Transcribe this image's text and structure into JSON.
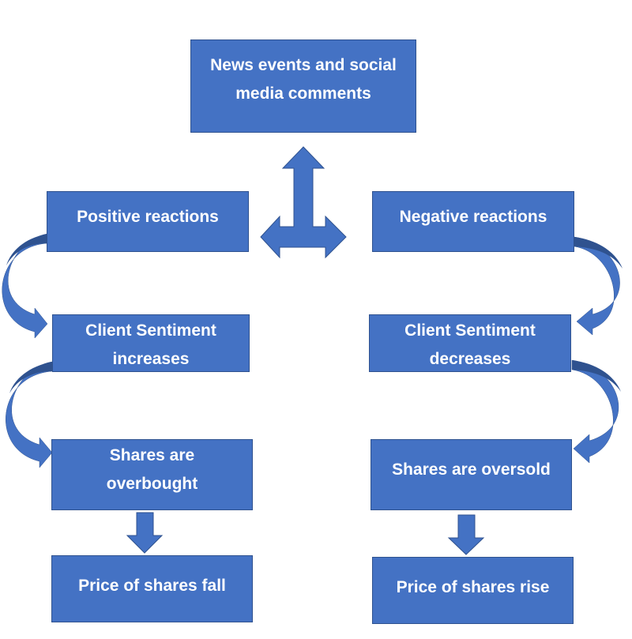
{
  "colors": {
    "box_fill": "#4472C4",
    "box_border": "#2F528F",
    "arrow_fill": "#4472C4",
    "arrow_shade": "#2F528F",
    "text": "#FFFFFF"
  },
  "nodes": {
    "news": {
      "lines": [
        "News events and social",
        "media comments"
      ]
    },
    "positive": {
      "lines": [
        "Positive reactions"
      ]
    },
    "negative": {
      "lines": [
        "Negative reactions"
      ]
    },
    "sentiment_up": {
      "lines": [
        "Client Sentiment",
        "increases"
      ]
    },
    "sentiment_down": {
      "lines": [
        "Client Sentiment",
        "decreases"
      ]
    },
    "overbought": {
      "lines": [
        "Shares are",
        "overbought"
      ]
    },
    "oversold": {
      "lines": [
        "Shares are oversold"
      ]
    },
    "price_fall": {
      "lines": [
        "Price of shares fall"
      ]
    },
    "price_rise": {
      "lines": [
        "Price of shares rise"
      ]
    }
  },
  "connectors": [
    {
      "from": "news",
      "to": "positive",
      "kind": "three-way-arrow"
    },
    {
      "from": "news",
      "to": "negative",
      "kind": "three-way-arrow"
    },
    {
      "from": "positive",
      "to": "sentiment_up",
      "kind": "curved-arrow"
    },
    {
      "from": "sentiment_up",
      "to": "overbought",
      "kind": "curved-arrow"
    },
    {
      "from": "overbought",
      "to": "price_fall",
      "kind": "down-arrow"
    },
    {
      "from": "negative",
      "to": "sentiment_down",
      "kind": "curved-arrow"
    },
    {
      "from": "sentiment_down",
      "to": "oversold",
      "kind": "curved-arrow"
    },
    {
      "from": "oversold",
      "to": "price_rise",
      "kind": "down-arrow"
    }
  ]
}
